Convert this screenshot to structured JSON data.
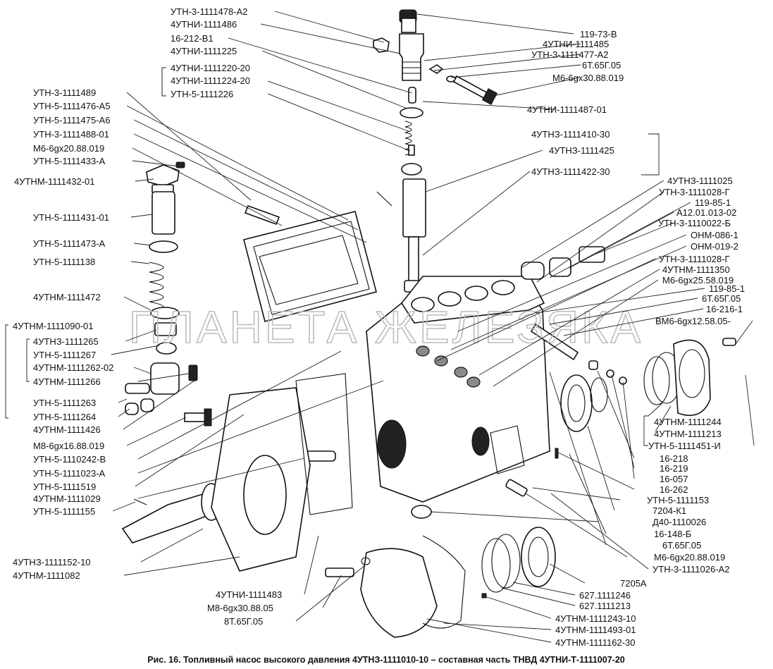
{
  "watermark": "ПЛАНЕТА ЖЕЛЕЗЯКА",
  "caption": "Рис. 16. Топливный насос высокого давления 4УТНЗ-1111010-10 – составная часть ТНВД 4УТНИ-Т-1111007-20",
  "labels": [
    "УТН-3-1111478-А2",
    "4УТНИ-1111486",
    "16-212-В1",
    "4УТНИ-1111225",
    "4УТНИ-1111220-20",
    "4УТНИ-1111224-20",
    "УТН-5-1111226",
    "УТН-3-1111489",
    "УТН-5-1111476-А5",
    "УТН-5-1111475-А6",
    "УТН-3-1111488-01",
    "М6-6gх20.88.019",
    "УТН-5-1111433-А",
    "4УТНМ-1111432-01",
    "УТН-5-1111431-01",
    "УТН-5-1111473-А",
    "УТН-5-1111138",
    "4УТНМ-1111472",
    "4УТНМ-1111090-01",
    "4УТНЗ-1111265",
    "УТН-5-1111267",
    "4УТНМ-1111262-02",
    "4УТНМ-1111266",
    "УТН-5-1111263",
    "УТН-5-1111264",
    "4УТНМ-1111426",
    "М8-6gх16.88.019",
    "УТН-5-1110242-В",
    "УТН-5-1111023-А",
    "УТН-5-1111519",
    "4УТНМ-1111029",
    "УТН-5-1111155",
    "4УТНЗ-1111152-10",
    "4УТНМ-1111082",
    "119-73-В",
    "4УТНИ-1111485",
    "УТН-3-1111477-А2",
    "6Т.65Г.05",
    "М6-6gх30.88.019",
    "4УТНИ-1111487-01",
    "4УТНЗ-1111410-30",
    "4УТНЗ-1111425",
    "4УТНЗ-1111422-30",
    "4УТНЗ-1111025",
    "УТН-3-1111028-Г",
    "119-85-1",
    "А12.01.013-02",
    "УТН-3-1110022-Б",
    "ОНМ-086-1",
    "ОНМ-019-2",
    "УТН-3-1111028-Г",
    "4УТНМ-1111350",
    "М6-6gх25.58.019",
    "119-85-1",
    "6Т.65Г.05",
    "16-216-1",
    "ВМ6-6gх12.58.05-",
    "4УТНМ-1111244",
    "4УТНМ-1111213",
    "УТН-5-1111451-И",
    "16-218",
    "16-219",
    "16-057",
    "16-262",
    "УТН-5-1111153",
    "7204-К1",
    "Д40-1110026",
    "16-148-Б",
    "6Т.65Г.05",
    "М6-6gх20.88.019",
    "УТН-3-1111026-А2",
    "7205А",
    "627.1111246",
    "627.1111213",
    "4УТНМ-1111243-10",
    "4УТНМ-1111493-01",
    "4УТНМ-1111162-30",
    "4УТНИ-1111483",
    "М8-6gх30.88.05",
    "8Т.65Г.05"
  ]
}
